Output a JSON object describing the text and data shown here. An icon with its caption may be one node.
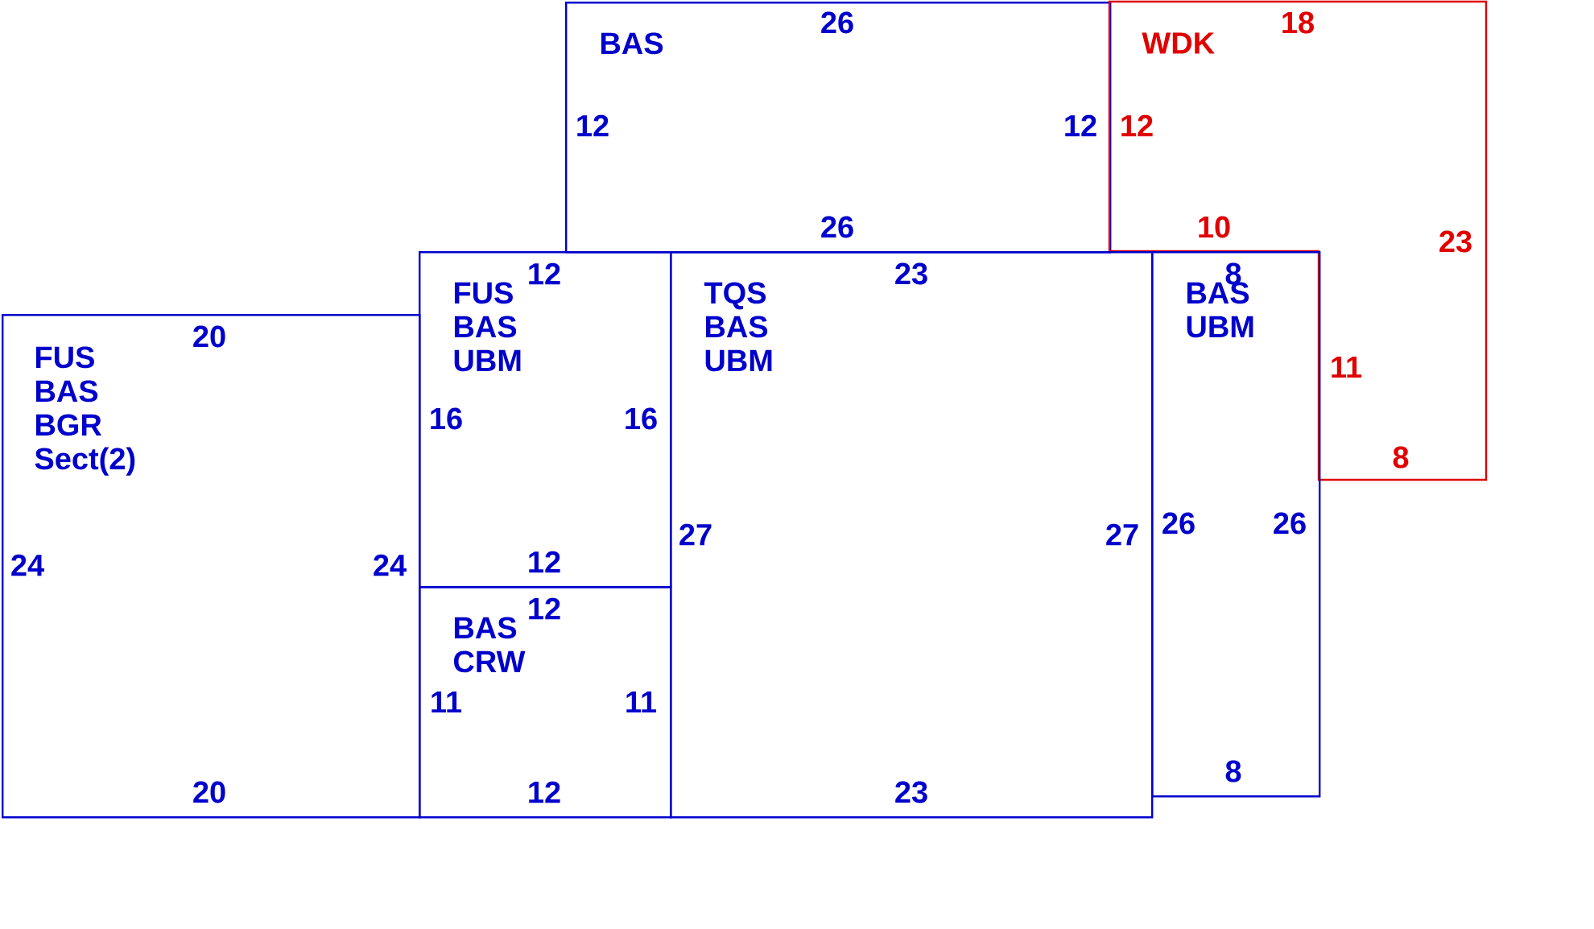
{
  "diagram": {
    "nodes": [
      {
        "text": [
          "BAS"
        ]
      },
      {
        "text": [
          "WDK"
        ]
      },
      {
        "text": [
          "FUS",
          "BAS",
          "BGR",
          "Sect(2)"
        ]
      },
      {
        "text": [
          "FUS",
          "BAS",
          "UBM"
        ]
      },
      {
        "text": [
          "BAS",
          "CRW"
        ]
      },
      {
        "text": [
          "TQS",
          "BAS",
          "UBM"
        ]
      },
      {
        "text": [
          "BAS",
          "UBM"
        ]
      }
    ],
    "labels": [
      "26",
      "18",
      "12",
      "12",
      "12",
      "26",
      "10",
      "23",
      "12",
      "23",
      "8",
      "20",
      "11",
      "16",
      "16",
      "8",
      "26",
      "26",
      "27",
      "27",
      "24",
      "24",
      "12",
      "12",
      "11",
      "11",
      "8",
      "20",
      "12",
      "23"
    ]
  }
}
